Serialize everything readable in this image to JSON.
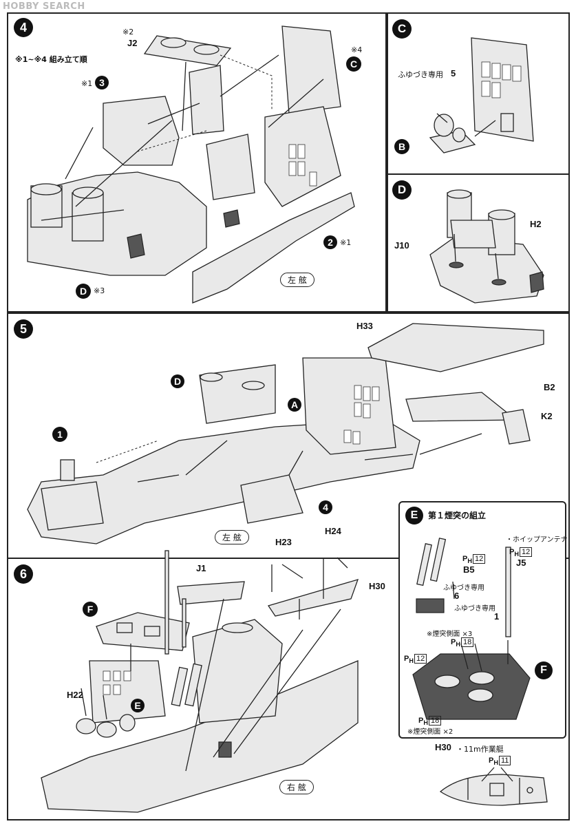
{
  "watermark": "HOBBY SEARCH",
  "step4": {
    "number": "4",
    "order_note": "※1~※4 組み立て順",
    "mark1": "※1",
    "num3": "3",
    "mark2": "※2",
    "j2": "J2",
    "mark4": "※4",
    "c": "C",
    "num2": "2",
    "d": "D",
    "mark3": "※3",
    "side": "左 舷"
  },
  "panelC": {
    "letter": "C",
    "fuyuzuki": "ふゆづき専用",
    "num5": "5",
    "b": "B"
  },
  "panelD": {
    "letter": "D",
    "h2": "H2",
    "j10": "J10"
  },
  "step5": {
    "number": "5",
    "h33": "H33",
    "b2": "B2",
    "d": "D",
    "a": "A",
    "k2": "K2",
    "num1": "1",
    "num4": "4",
    "side": "左 舷"
  },
  "step6": {
    "number": "6",
    "j1": "J1",
    "h23": "H23",
    "h24": "H24",
    "h30": "H30",
    "f": "F",
    "h22": "H22",
    "e": "E",
    "side": "右 舷"
  },
  "panelE": {
    "letter": "E",
    "title": "第１煙突の組立",
    "whip": "・ホイップアンテナ",
    "ph12a": "12",
    "ph12b": "12",
    "b5": "B5",
    "j5": "J5",
    "fuyuzuki": "ふゆづき専用",
    "num6": "6",
    "fuyuzuki2": "ふゆづき専用",
    "num1": "1",
    "smoke3": "※煙突側面 ×3",
    "ph18a": "18",
    "ph12c": "12",
    "ph18b": "18",
    "smoke2": "※煙突側面 ×2",
    "f": "F"
  },
  "panelH30": {
    "title": "H30",
    "desc": "・11m作業艇",
    "ph11": "11"
  },
  "ph_prefix": "P",
  "ph_sub": "H"
}
